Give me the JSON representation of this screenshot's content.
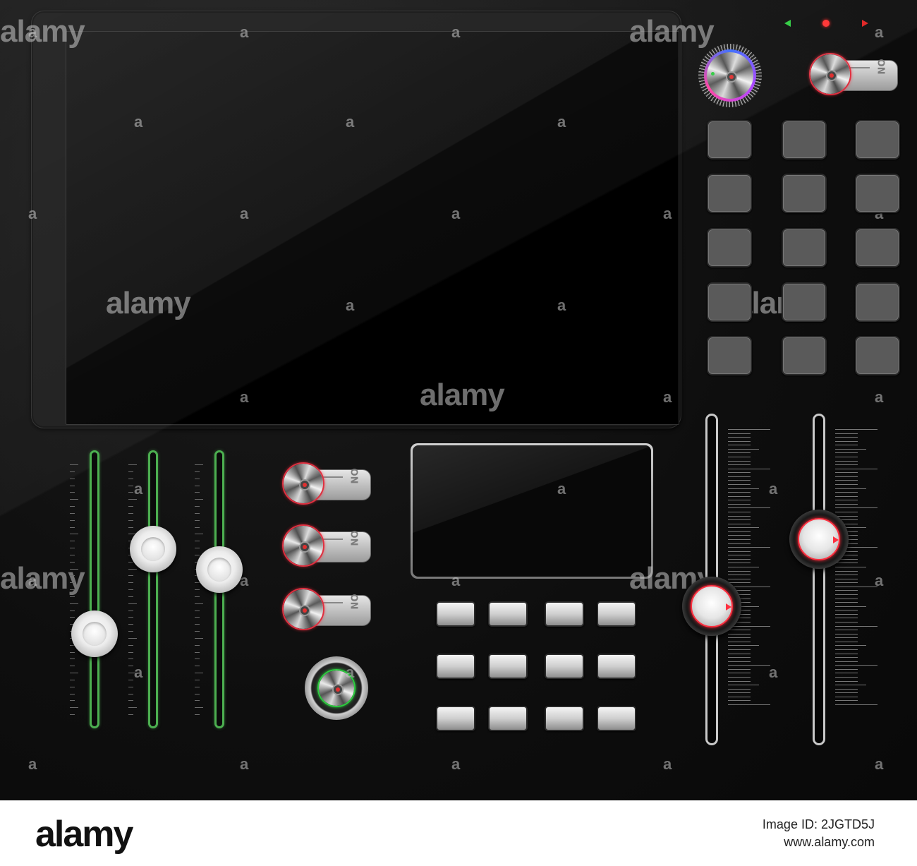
{
  "toggle_label": "ON",
  "watermark": {
    "brand": "alamy",
    "mark": "a",
    "image_id_label": "Image ID:",
    "image_id": "2JGTD5J",
    "site": "www.alamy.com"
  },
  "pads": {
    "rows": 5,
    "cols": 3
  },
  "keys": {
    "rows": 3,
    "cols": 4
  },
  "sliders": {
    "green": [
      {
        "name": "fader-1",
        "level": 0.3
      },
      {
        "name": "fader-2",
        "level": 0.68
      },
      {
        "name": "fader-3",
        "level": 0.59
      }
    ],
    "silver": [
      {
        "name": "master-fader-left",
        "level": 0.45
      },
      {
        "name": "master-fader-right",
        "level": 0.72
      }
    ]
  },
  "colors": {
    "led_green": "#2ecc40",
    "led_red": "#ff3030",
    "slider_green": "#4caf50",
    "accent_red": "#ff3040"
  }
}
